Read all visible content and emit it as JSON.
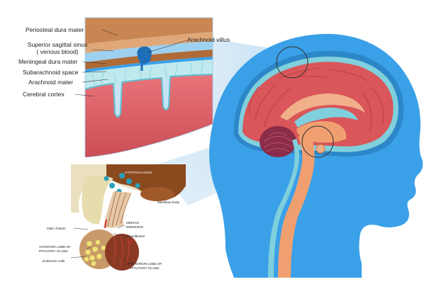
{
  "meninges_labels": {
    "periosteal_dura_mater": "Periosteal dura mater",
    "superior_sagittal_sinus_line1": "Superior sagittal sinus",
    "superior_sagittal_sinus_line2": "( venous blood)",
    "meningeal_dura_mater": "Meningeal dura mater",
    "subarachnoid_space": "Subarachnoid space",
    "arachnoid_mater": "Arachnoid mater",
    "cerebral_cortex": "Cerebral cortex",
    "arachnoid_villus": "Arachnoid villus"
  },
  "pituitary_labels": {
    "hypothalamus": "HYPOTHALAMUS",
    "mamillary_body": "Mamillary body",
    "optic_chiasm": "Optic chiasm",
    "median_eminence_line1": "MEDIAN",
    "median_eminence_line2": "EMINENCE",
    "infundibulum": "Infundibulum",
    "anterior_lobe_line1": "ANTERIOR LOBE OF",
    "anterior_lobe_line2": "PITUITARY GLAND",
    "endocrine_cells": "Endocrine cells",
    "posterior_lobe_line1": "POSTERIOR LOBE OF",
    "posterior_lobe_line2": "PITUITARY GLAND"
  },
  "colors": {
    "head_blue": "#3aa0e8",
    "light_blue": "#bcdcf2",
    "dura_brown": "#b8703c",
    "cortex_red": "#d9565a",
    "cyan": "#62c6d2",
    "hypothalamus_brown": "#8a4a1e",
    "anterior_lobe_tan": "#c89a6a"
  }
}
